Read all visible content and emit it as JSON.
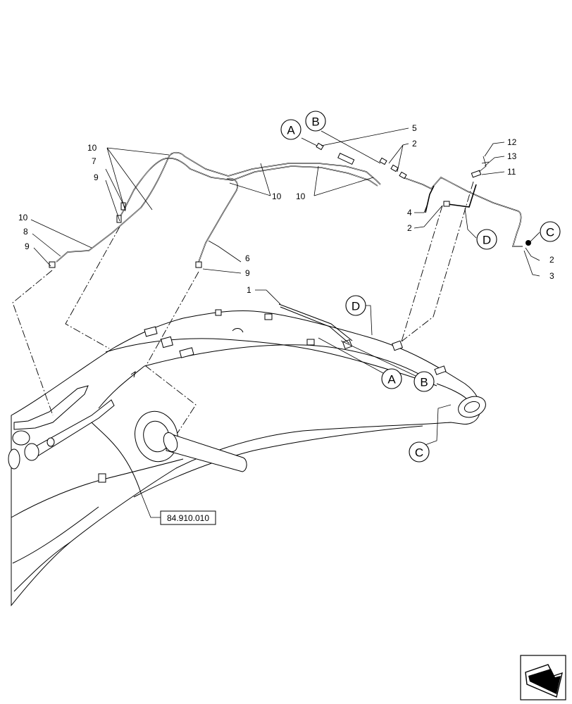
{
  "diagram": {
    "part_numbers": {
      "p1": "1",
      "p2_a": "2",
      "p2_b": "2",
      "p2_c": "2",
      "p3": "3",
      "p4": "4",
      "p5": "5",
      "p6": "6",
      "p7": "7",
      "p8": "8",
      "p9_a": "9",
      "p9_b": "9",
      "p9_c": "9",
      "p10_a": "10",
      "p10_b": "10",
      "p10_c": "10",
      "p10_d": "10",
      "p11": "11",
      "p12": "12",
      "p13": "13"
    },
    "connection_markers": {
      "upper_a": "A",
      "upper_b": "B",
      "upper_c": "C",
      "upper_d": "D",
      "lower_a": "A",
      "lower_b": "B",
      "lower_c": "C",
      "lower_d": "D"
    },
    "reference_box": "84.910.010",
    "nav_icon": "previous-page-arrow-icon"
  }
}
